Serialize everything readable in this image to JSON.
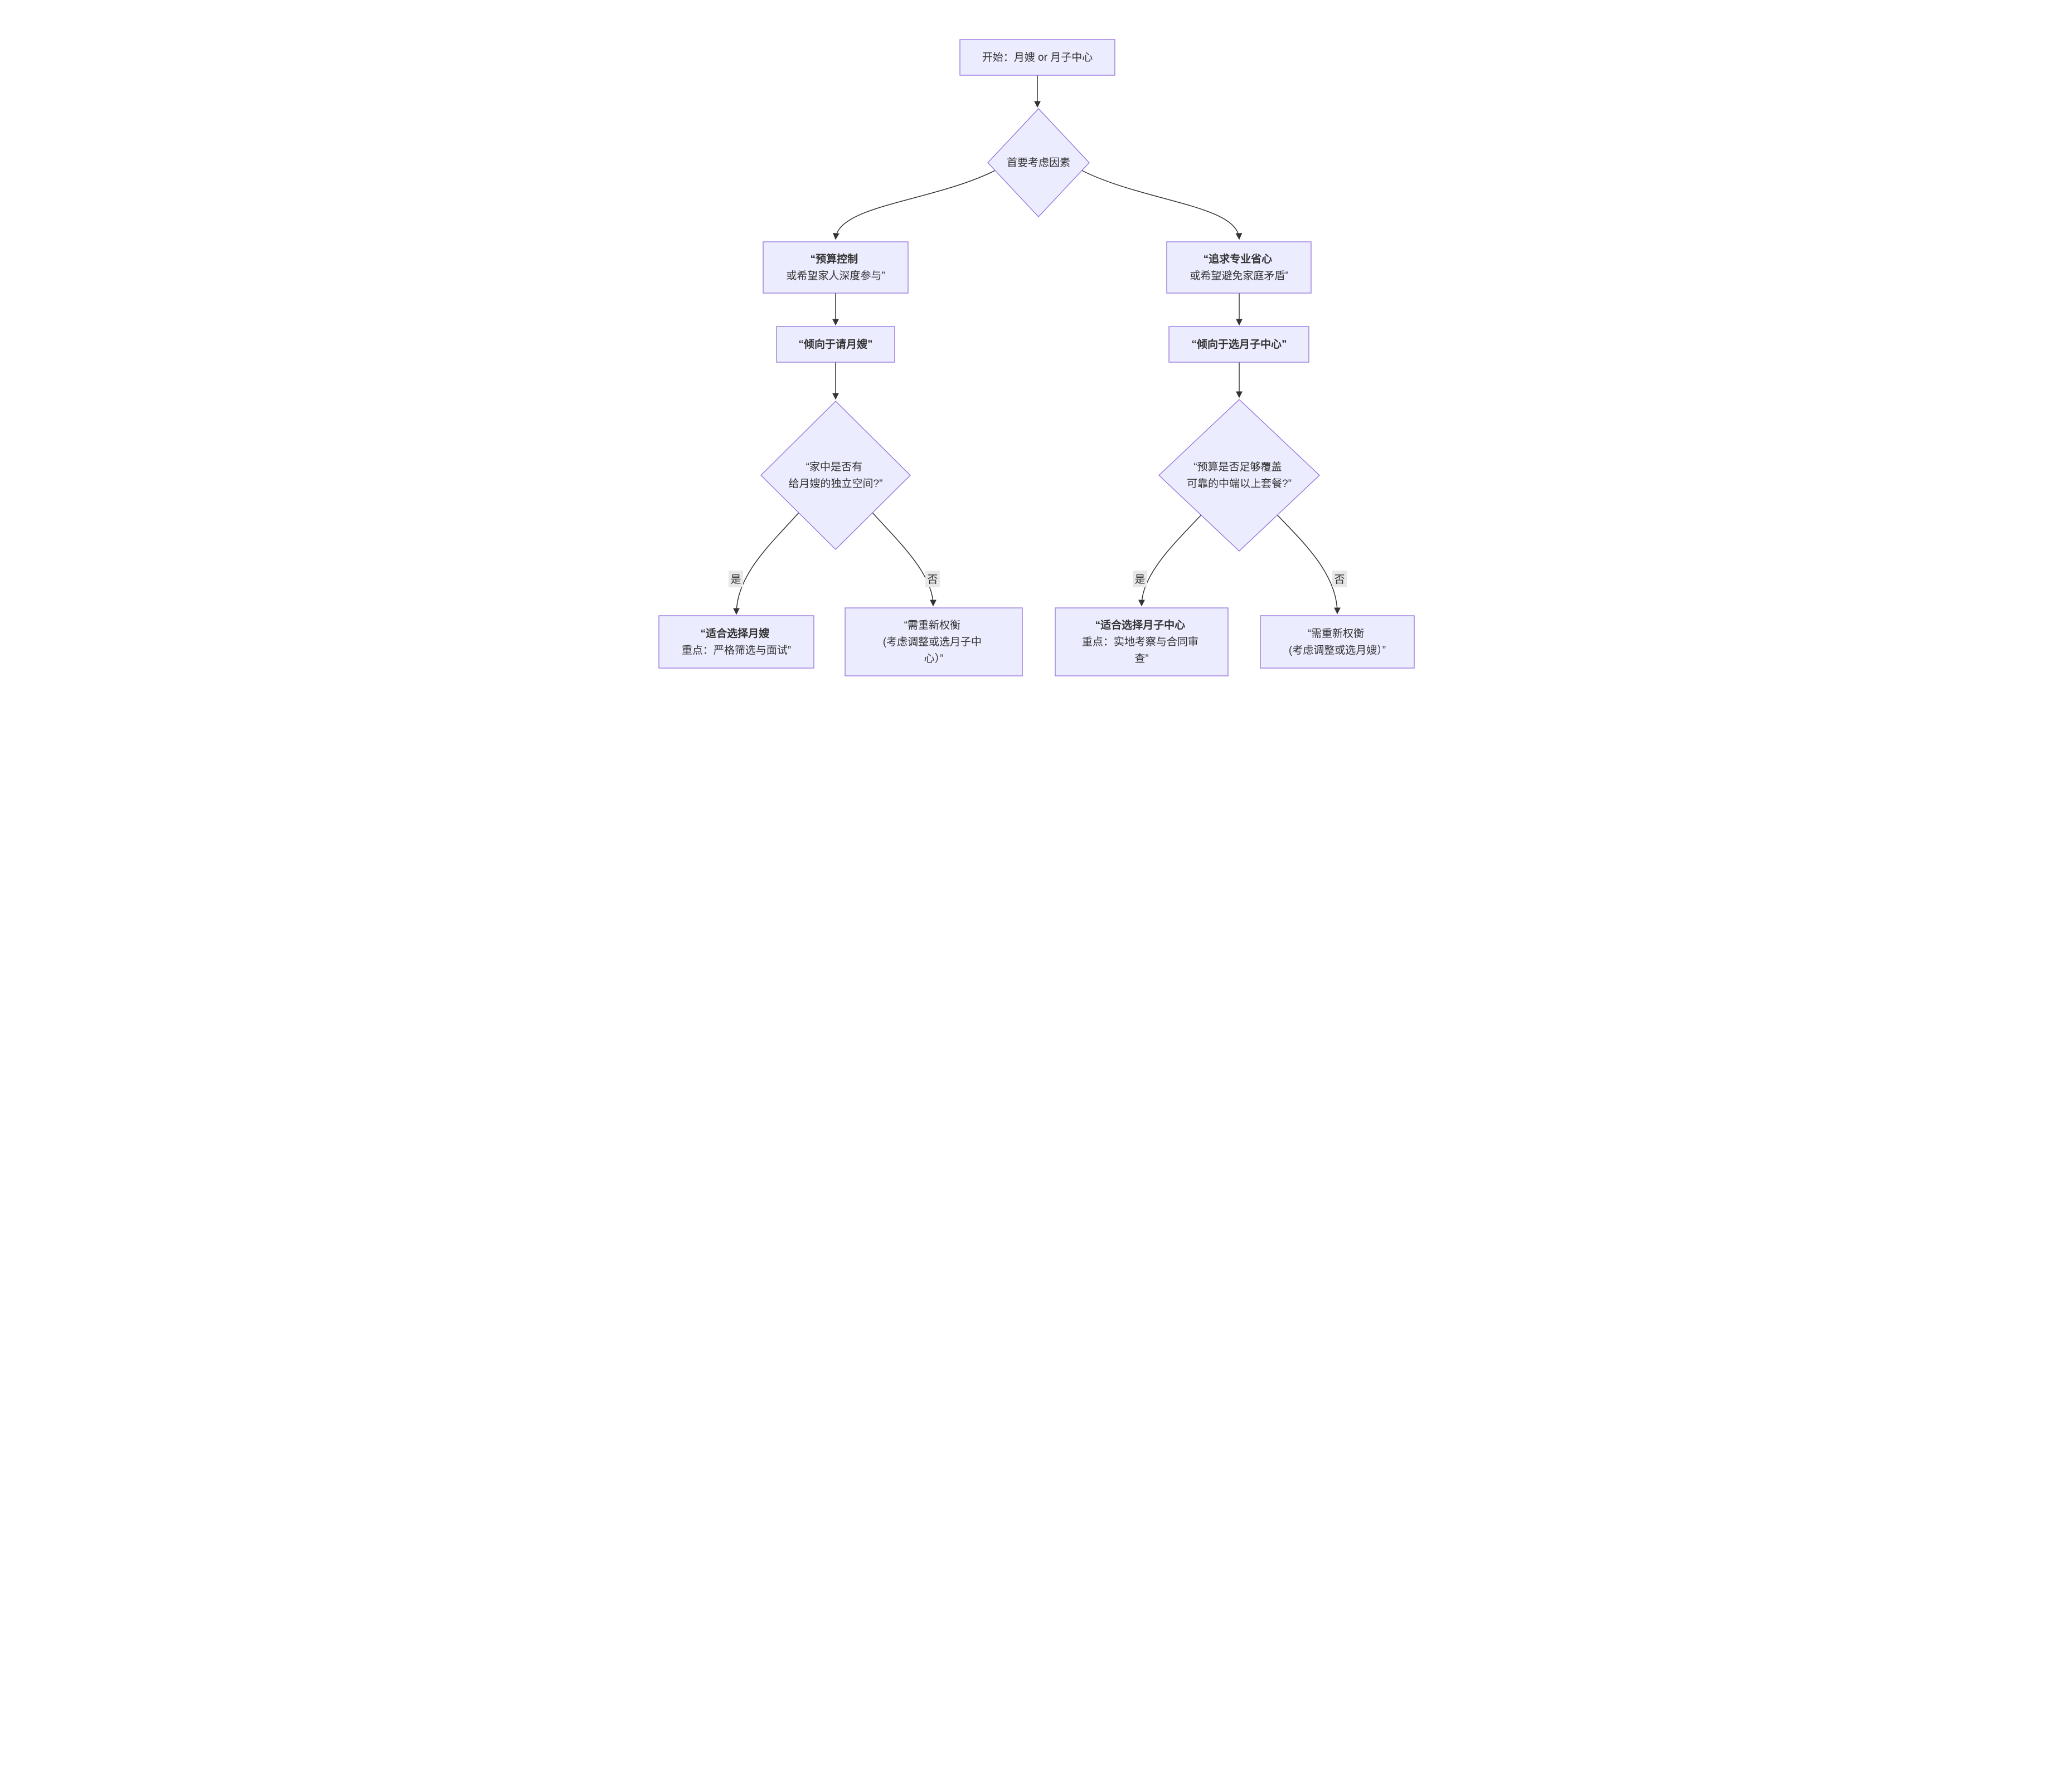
{
  "diagram": {
    "type": "flowchart",
    "colors": {
      "node_fill": "#ECECFF",
      "node_border": "#9370DB",
      "edge": "#333333",
      "text": "#333333",
      "label_bg": "#e8e8e8",
      "background": "#ffffff"
    },
    "nodes": {
      "start": {
        "text": "开始：月嫂 or 月子中心"
      },
      "primary_factor": {
        "text": "首要考虑因素"
      },
      "budget_control": {
        "line1": "“预算控制",
        "line2": "或希望家人深度参与”"
      },
      "professional_ease": {
        "line1": "“追求专业省心",
        "line2": "或希望避免家庭矛盾”"
      },
      "prefer_yuesao": {
        "text": "“倾向于请月嫂”"
      },
      "prefer_center": {
        "text": "“倾向于选月子中心”"
      },
      "space_question": {
        "line1": "“家中是否有",
        "line2": "给月嫂的独立空间?”"
      },
      "budget_question": {
        "line1": "“预算是否足够覆盖",
        "line2": "可靠的中端以上套餐?”"
      },
      "choose_yuesao": {
        "line1": "“适合选择月嫂",
        "line2": "重点：严格筛选与面试”"
      },
      "rebalance_to_center": {
        "line1": "“需重新权衡",
        "line2": "(考虑调整或选月子中",
        "line3": "心）”"
      },
      "choose_center": {
        "line1": "“适合选择月子中心",
        "line2": "重点：实地考察与合同审",
        "line3": "查”"
      },
      "rebalance_to_yuesao": {
        "line1": "“需重新权衡",
        "line2": "(考虑调整或选月嫂）”"
      }
    },
    "edge_labels": {
      "space_yes": "是",
      "space_no": "否",
      "budget_yes": "是",
      "budget_no": "否"
    }
  }
}
